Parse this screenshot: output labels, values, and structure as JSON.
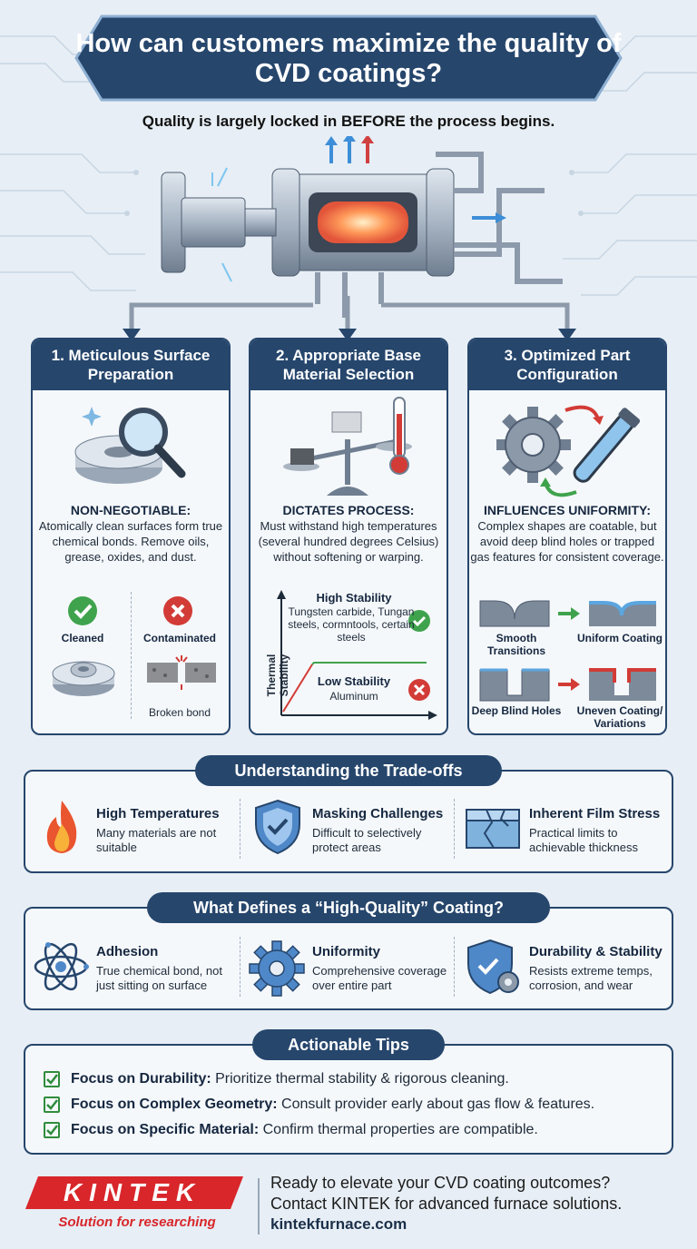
{
  "title": "How can customers maximize the quality of CVD coatings?",
  "subtitle": "Quality is largely locked in BEFORE the process begins.",
  "colors": {
    "navy": "#26466c",
    "accent_red": "#d03a36",
    "check_green": "#2f8c3c",
    "bg": "#e7eef5"
  },
  "cards": [
    {
      "heading": "1. Meticulous Surface Preparation",
      "lead_title": "NON-NEGOTIABLE:",
      "lead_text": "Atomically clean surfaces form true chemical bonds. Remove oils, grease, oxides, and dust.",
      "good_label": "Cleaned",
      "bad_label": "Contaminated",
      "bad_caption": "Broken bond",
      "icons": [
        "magnifier-icon",
        "check-icon",
        "cross-icon"
      ]
    },
    {
      "heading": "2. Appropriate Base Material Selection",
      "lead_title": "DICTATES PROCESS:",
      "lead_text": "Must withstand high temperatures (several hundred degrees Celsius) without softening or warping.",
      "axis_label": "Thermal Stability",
      "high_label": "High Stability",
      "high_text": "Tungsten carbide, Tungan steels, cormntools, certain steels",
      "low_label": "Low Stability",
      "low_text": "Aluminum",
      "icons": [
        "balance-scale-icon",
        "thermometer-icon"
      ]
    },
    {
      "heading": "3. Optimized Part Configuration",
      "lead_title": "INFLUENCES UNIFORMITY:",
      "lead_text": "Complex shapes are coatable, but avoid deep blind holes or trapped gas features for consistent coverage.",
      "geo": [
        "Smooth Transitions",
        "Uniform Coating",
        "Deep Blind Holes",
        "Uneven Coating/ Variations"
      ],
      "icons": [
        "gear-icon",
        "tube-icon"
      ]
    }
  ],
  "tradeoffs": {
    "heading": "Understanding the Trade-offs",
    "items": [
      {
        "title": "High Temperatures",
        "text": "Many materials are not suitable",
        "icon": "flame-icon"
      },
      {
        "title": "Masking Challenges",
        "text": "Difficult to selectively protect areas",
        "icon": "shield-icon"
      },
      {
        "title": "Inherent Film Stress",
        "text": "Practical limits to achievable thickness",
        "icon": "cracked-film-icon"
      }
    ]
  },
  "quality": {
    "heading": "What Defines a “High-Quality” Coating?",
    "items": [
      {
        "title": "Adhesion",
        "text": "True chemical bond, not just sitting on surface",
        "icon": "atom-icon"
      },
      {
        "title": "Uniformity",
        "text": "Comprehensive coverage over entire part",
        "icon": "gear-icon"
      },
      {
        "title": "Durability & Stability",
        "text": "Resists extreme temps, corrosion, and wear",
        "icon": "shield-gear-icon"
      }
    ]
  },
  "tips": {
    "heading": "Actionable Tips",
    "items": [
      {
        "title": "Focus on Durability:",
        "text": "Prioritize thermal stability & rigorous cleaning."
      },
      {
        "title": "Focus on Complex Geometry:",
        "text": "Consult provider early about gas flow & features."
      },
      {
        "title": "Focus on Specific Material:",
        "text": "Confirm thermal properties are compatible."
      }
    ]
  },
  "footer": {
    "brand": "KINTEK",
    "tagline": "Solution for researching",
    "line1": "Ready to elevate your CVD coating outcomes?",
    "line2": "Contact KINTEK for advanced furnace solutions.",
    "url": "kintekfurnace.com"
  }
}
